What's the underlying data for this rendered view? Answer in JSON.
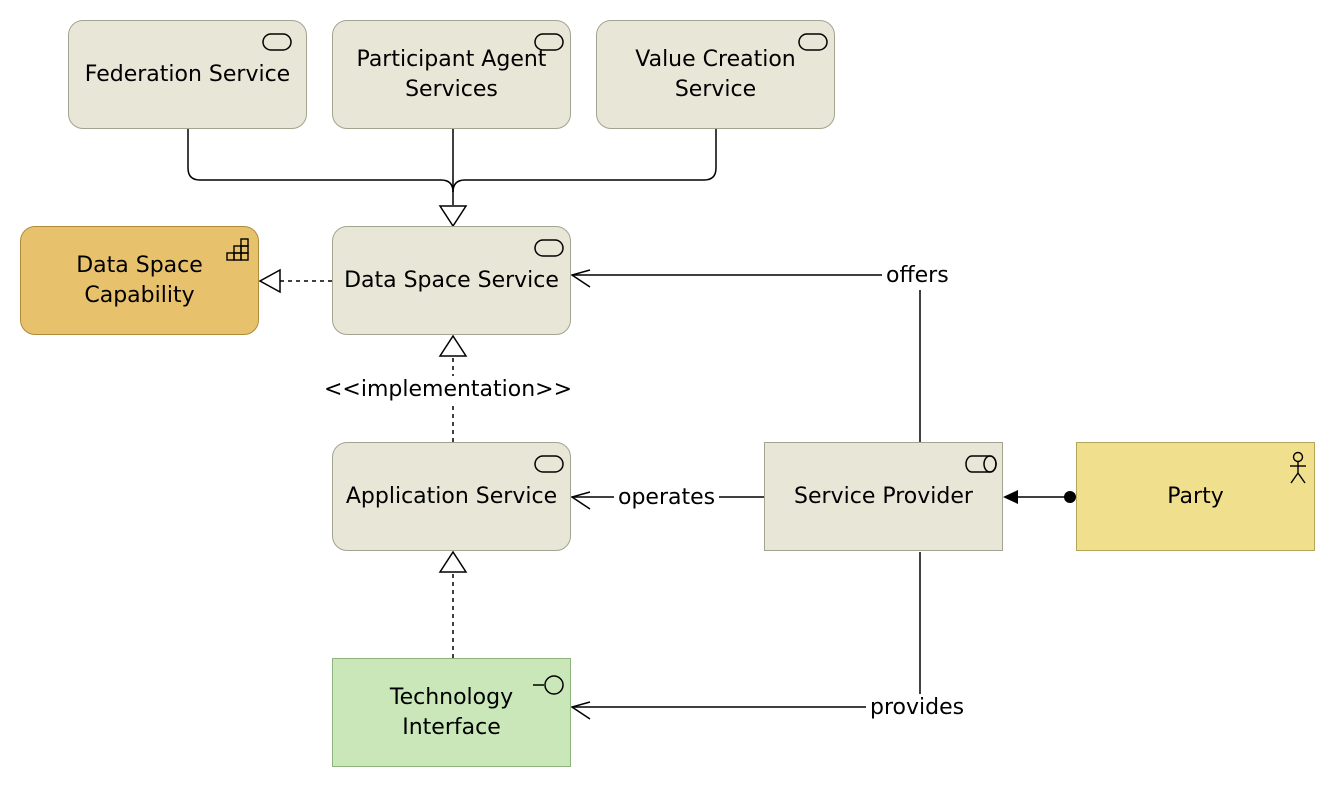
{
  "nodes": {
    "federation_service": "Federation Service",
    "participant_agent_services": "Participant Agent\nServices",
    "value_creation_service": "Value Creation\nService",
    "data_space_capability": "Data Space\nCapability",
    "data_space_service": "Data Space Service",
    "application_service": "Application Service",
    "service_provider": "Service Provider",
    "party": "Party",
    "technology_interface": "Technology\nInterface"
  },
  "edges": {
    "offers": "offers",
    "implementation": "<<implementation>>",
    "operates": "operates",
    "provides": "provides"
  },
  "icons": {
    "service": "service-icon",
    "role": "role-icon",
    "capability": "capability-icon",
    "actor": "actor-icon",
    "interface": "interface-icon"
  },
  "colors": {
    "service_fill": "#e8e6d7",
    "capability_fill": "#e8c16c",
    "actor_fill": "#f0e08e",
    "interface_fill": "#c9e7b9"
  }
}
